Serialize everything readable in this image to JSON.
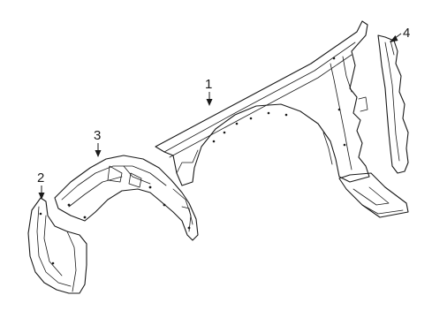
{
  "callouts": [
    {
      "id": "fender",
      "label": "1"
    },
    {
      "id": "inner-liner-front",
      "label": "2"
    },
    {
      "id": "inner-liner-rear",
      "label": "3"
    },
    {
      "id": "fender-seal",
      "label": "4"
    }
  ]
}
